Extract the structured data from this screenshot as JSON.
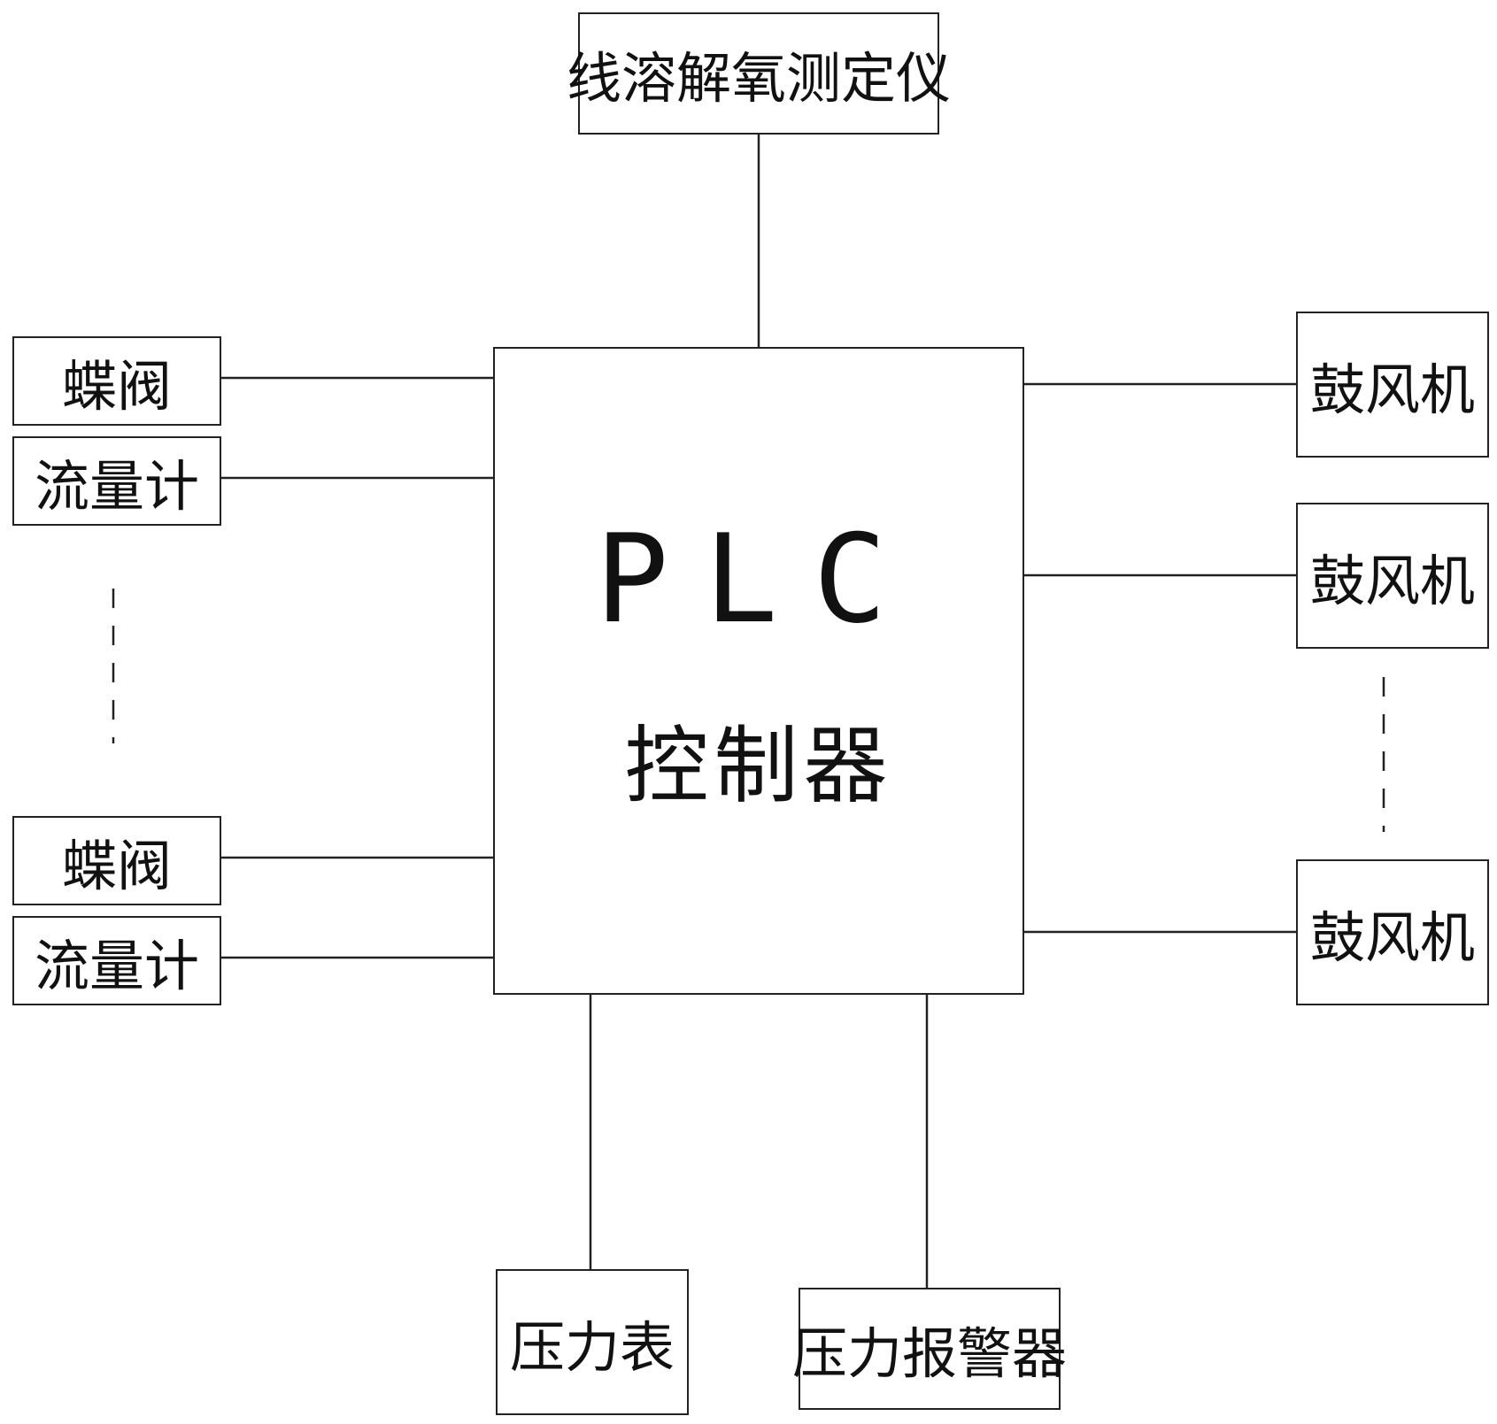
{
  "top_device": "线溶解氧测定仪",
  "controller": {
    "line1": "PLC",
    "line2": "控制器"
  },
  "left_devices": [
    {
      "valve": "蝶阀",
      "flowmeter": "流量计"
    },
    {
      "valve": "蝶阀",
      "flowmeter": "流量计"
    }
  ],
  "right_devices": [
    "鼓风机",
    "鼓风机",
    "鼓风机"
  ],
  "bottom_devices": {
    "pressure_gauge": "压力表",
    "pressure_alarm": "压力报警器"
  }
}
